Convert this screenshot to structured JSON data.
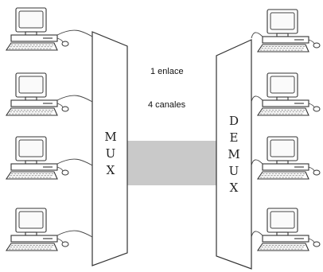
{
  "labels": {
    "link": "1 enlace",
    "channels": "4  canales",
    "mux": [
      "M",
      "U",
      "X"
    ],
    "demux": [
      "D",
      "E",
      "M",
      "U",
      "X"
    ]
  },
  "colors": {
    "link_band": "#c9c9c9",
    "device_fill": "#ffffff",
    "stroke": "#333333"
  },
  "left_computers": [
    {
      "name": "left-computer-1"
    },
    {
      "name": "left-computer-2"
    },
    {
      "name": "left-computer-3"
    },
    {
      "name": "left-computer-4"
    }
  ],
  "right_computers": [
    {
      "name": "right-computer-1"
    },
    {
      "name": "right-computer-2"
    },
    {
      "name": "right-computer-3"
    },
    {
      "name": "right-computer-4"
    }
  ]
}
